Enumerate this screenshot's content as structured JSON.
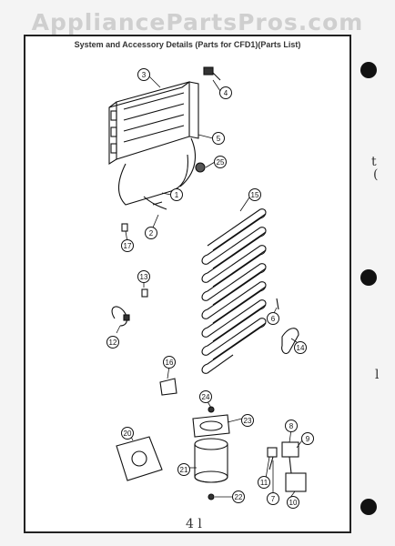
{
  "watermark": "AppliancePartsPros.com",
  "page_title": "System and Accessory Details (Parts for CFD1)(Parts List)",
  "margin_marks": [
    "t",
    "(",
    "l"
  ],
  "page_mark": "4 l",
  "callouts": [
    "1",
    "2",
    "3",
    "4",
    "5",
    "6",
    "7",
    "8",
    "9",
    "10",
    "11",
    "12",
    "13",
    "14",
    "15",
    "16",
    "17",
    "20",
    "21",
    "22",
    "23",
    "24",
    "25"
  ]
}
